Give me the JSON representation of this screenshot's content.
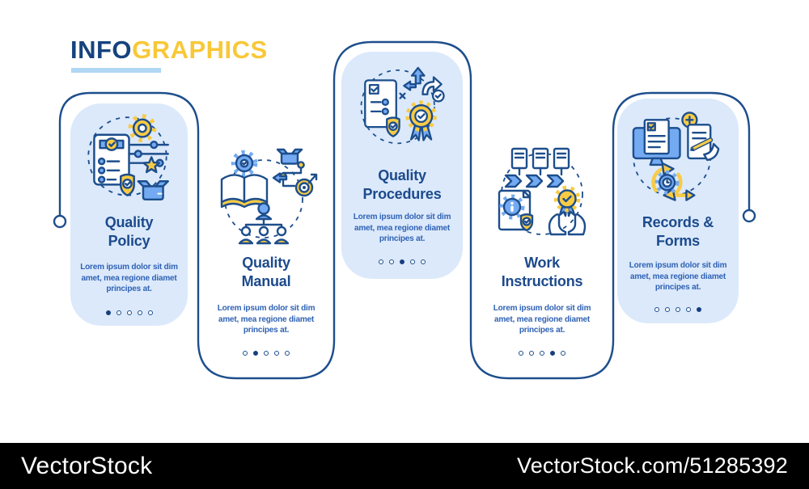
{
  "header": {
    "title_primary": "INFO",
    "title_secondary": "GRAPHICS"
  },
  "cards": [
    {
      "id": "quality-policy",
      "title_line1": "Quality",
      "title_line2": "Policy",
      "body": "Lorem ipsum dolor sit dim amet, mea regione diamet principes at.",
      "dots_total": 5,
      "dots_active_index": 0,
      "icon": "quality-policy-icon"
    },
    {
      "id": "quality-manual",
      "title_line1": "Quality",
      "title_line2": "Manual",
      "body": "Lorem ipsum dolor sit dim amet, mea regione diamet principes at.",
      "dots_total": 5,
      "dots_active_index": 1,
      "icon": "quality-manual-icon"
    },
    {
      "id": "quality-procedures",
      "title_line1": "Quality",
      "title_line2": "Procedures",
      "body": "Lorem ipsum dolor sit dim amet, mea regione diamet principes at.",
      "dots_total": 5,
      "dots_active_index": 2,
      "icon": "quality-procedures-icon"
    },
    {
      "id": "work-instructions",
      "title_line1": "Work",
      "title_line2": "Instructions",
      "body": "Lorem ipsum dolor sit dim amet, mea regione diamet principes at.",
      "dots_total": 5,
      "dots_active_index": 3,
      "icon": "work-instructions-icon"
    },
    {
      "id": "records-forms",
      "title_line1": "Records &",
      "title_line2": "Forms",
      "body": "Lorem ipsum dolor sit dim amet, mea regione diamet principes at.",
      "dots_total": 5,
      "dots_active_index": 4,
      "icon": "records-forms-icon"
    }
  ],
  "watermark": {
    "brand": "VectorStock",
    "url_label": "VectorStock.com/51285392"
  },
  "colors": {
    "navy": "#1d4e8c",
    "yellow": "#f8cb45",
    "header_yellow": "#f8c838",
    "light_blue_fill": "#dbe9fb",
    "mid_blue": "#74aaf2",
    "underline_blue": "#b0d7f3",
    "watermark_bg": "#000000"
  }
}
